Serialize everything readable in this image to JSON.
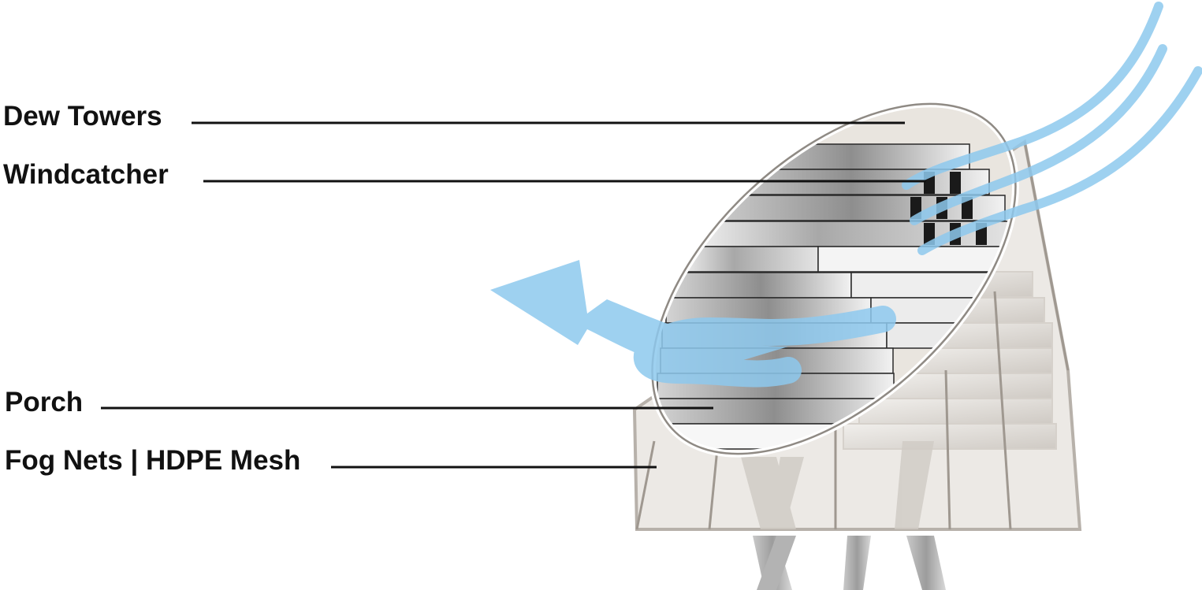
{
  "labels": {
    "dew_towers": "Dew Towers",
    "windcatcher": "Windcatcher",
    "porch": "Porch",
    "fog_nets": "Fog Nets | HDPE Mesh"
  },
  "colors": {
    "airflow": "#8ec9ee",
    "structure": "#e8e4df",
    "frame": "#bdb7af",
    "text": "#111111"
  }
}
